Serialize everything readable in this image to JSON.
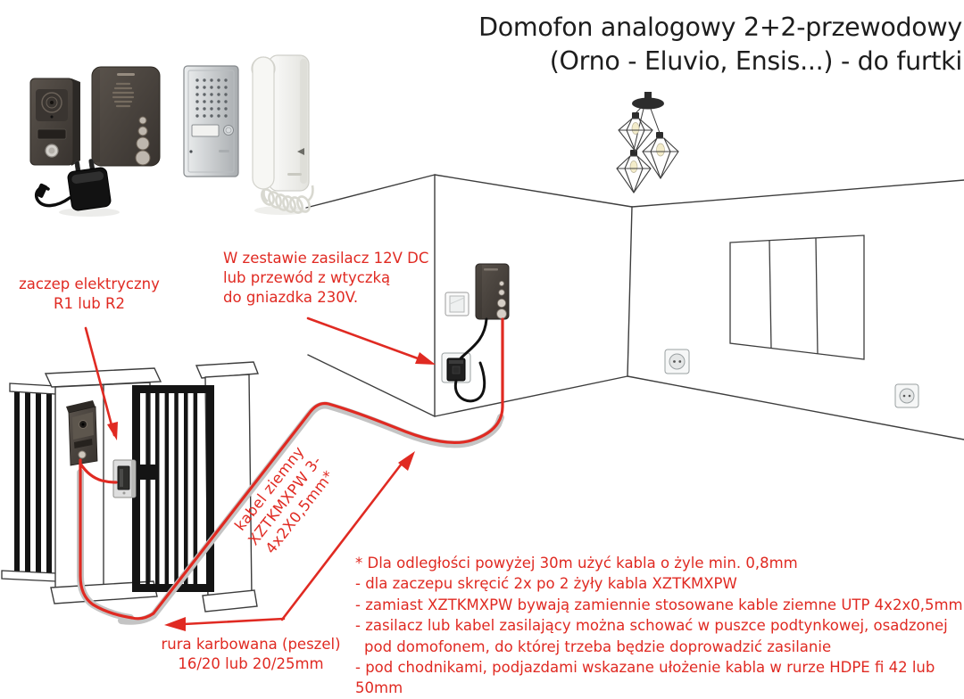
{
  "title": {
    "line1": "Domofon analogowy 2+2-przewodowy",
    "line2": "(Orno - Eluvio, Ensis...) - do furtki"
  },
  "annotations": {
    "zaczep": {
      "line1": "zaczep elektryczny",
      "line2": "R1 lub R2"
    },
    "zasilacz": {
      "line1": "W zestawie zasilacz 12V DC",
      "line2": "lub przewód z wtyczką",
      "line3": "do gniazdka 230V."
    },
    "kabel": {
      "line1": "kabel ziemny",
      "line2": "XZTKMXPW 3-4x2X0,5mm*"
    },
    "rura": {
      "line1": "rura karbowana (peszel)",
      "line2": "16/20 lub 20/25mm"
    }
  },
  "notes": {
    "lines": [
      "* Dla odległości powyżej 30m użyć kabla o żyle min. 0,8mm",
      "- dla zaczepu skręcić 2x po 2 żyły kabla XZTKMXPW",
      "- zamiast XZTKMXPW bywają zamiennie stosowane kable ziemne UTP 4x2x0,5mm",
      "- zasilacz lub kabel zasilający można schować w puszce podtynkowej, osadzonej",
      "pod domofonem, do której trzeba będzie doprowadzić zasilanie",
      "- pod chodnikami, podjazdami wskazane ułożenie kabla w rurze HDPE fi 42 lub 50mm"
    ]
  },
  "colors": {
    "annotation_red": "#e02a22",
    "wall_line": "#3d3d3d",
    "conduit_grey": "#c4c4c4",
    "cable_red": "#e02a22"
  }
}
